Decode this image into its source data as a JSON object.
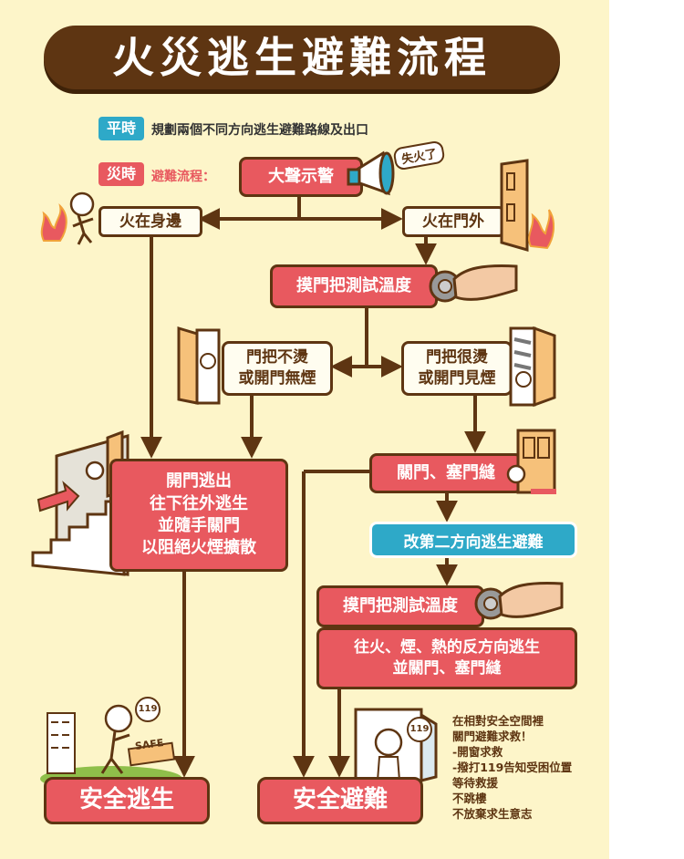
{
  "title": "火災逃生避難流程",
  "peacetime": {
    "tag": "平時",
    "text": "規劃兩個不同方向逃生避難路線及出口"
  },
  "disaster": {
    "tag": "災時",
    "text": "避難流程："
  },
  "nodes": {
    "shout": "大聲示警",
    "fire_near": "火在身邊",
    "fire_outside": "火在門外",
    "test_knob": "摸門把測試溫度",
    "knob_cool": "門把不燙\n或開門無煙",
    "knob_hot": "門把很燙\n或開門見煙",
    "open_escape": "開門逃出\n往下往外逃生\n並隨手關門\n以阻絕火煙擴散",
    "close_door": "關門、塞門縫",
    "second_route": "改第二方向逃生避難",
    "test_knob2": "摸門把測試溫度",
    "opposite_dir": "往火、煙、熱的反方向逃生\n並關門、塞門縫",
    "safe_escape": "安全逃生",
    "safe_shelter": "安全避難"
  },
  "labels": {
    "fire_shout": "失火了",
    "call": "119",
    "safe_sign": "SAFE"
  },
  "shelter_note": "在相對安全空間裡\n關門避難求救！\n-開窗求救\n-撥打119告知受困位置\n等待救援\n不跳樓\n不放棄求生意志",
  "colors": {
    "brown": "#5e3512",
    "red": "#e8595f",
    "blue": "#2ea9c8",
    "cream": "#fdf5c9",
    "green": "#8fbf4a"
  }
}
